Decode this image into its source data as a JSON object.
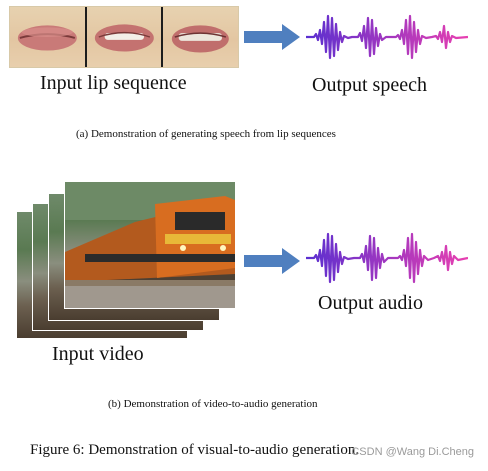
{
  "panel_a": {
    "input_label": "Input lip sequence",
    "output_label": "Output speech",
    "caption": "(a)  Demonstration of generating speech from lip sequences"
  },
  "panel_b": {
    "input_label": "Input video",
    "output_label": "Output audio",
    "caption": "(b)  Demonstration of video-to-audio generation"
  },
  "figure_caption": "Figure 6: Demonstration of visual-to-audio generation.",
  "watermark": "CSDN @Wang Di.Cheng",
  "colors": {
    "arrow": "#4f7fbf",
    "wave_left": "#5a2fd0",
    "wave_right": "#e83fb0"
  }
}
